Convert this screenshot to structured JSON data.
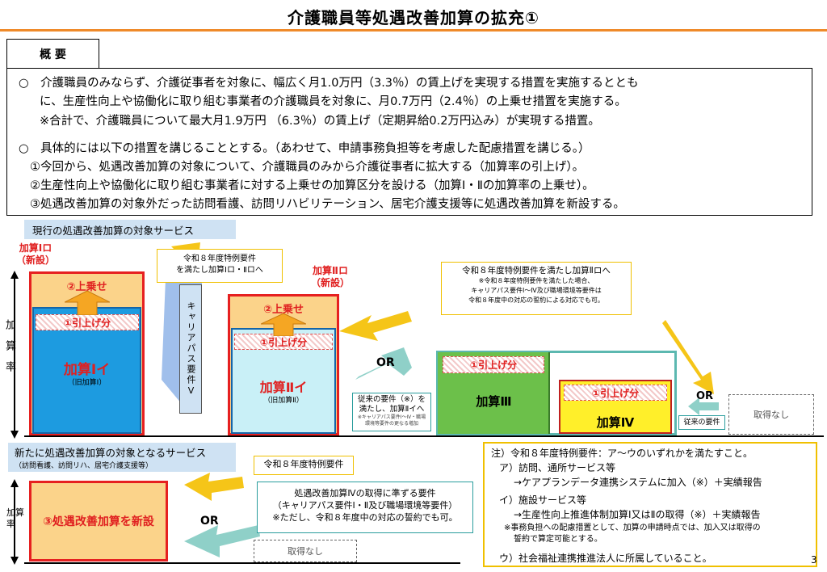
{
  "title": "介護職員等処遇改善加算の拡充①",
  "overview": {
    "tab": "概 要",
    "lines": [
      "○　介護職員のみならず、介護従事者を対象に、幅広く月1.0万円（3.3％）の賃上げを実現する措置を実施するととも",
      "に、生産性向上や協働化に取り組む事業者の介護職員を対象に、月0.7万円（2.4％）の上乗せ措置を実施する。",
      "※合計で、介護職員について最大月1.9万円 （6.3％）の賃上げ（定期昇給0.2万円込み）が実現する措置。",
      "○　具体的には以下の措置を講じることとする。（あわせて、申請事務負担等を考慮した配慮措置を講じる。）",
      "①今回から、処遇改善加算の対象について、介護職員のみから介護従事者に拡大する（加算率の引上げ）。",
      "②生産性向上や協働化に取り組む事業者に対する上乗せの加算区分を設ける（加算Ⅰ・Ⅱの加算率の上乗せ）。",
      "③処遇改善加算の対象外だった訪問看護、訪問リハビリテーション、居宅介護支援等に処遇改善加算を新設する。"
    ]
  },
  "current": {
    "label": "現行の処遇改善加算の対象サービス",
    "axis": "加　算　率",
    "k1ro": "加算Ⅰロ\n（新設）",
    "k2ro": "加算Ⅱロ\n（新設）",
    "uwanose": "②上乗せ",
    "hikiage": "①引上げ分",
    "k1i": "加算Ⅰイ",
    "k1i_sub": "（旧加算Ⅰ）",
    "k2i": "加算Ⅱイ",
    "k2i_sub": "（旧加算Ⅱ）",
    "k3": "加算Ⅲ",
    "k4": "加算Ⅳ",
    "career": "キャリアパス要件Ⅴ",
    "callout1": "令和８年度特例要件\nを満たし加算Ⅰロ・Ⅱロへ",
    "callout2_title": "令和８年度特例要件を満たし加算Ⅱロへ",
    "callout2_note": "※令和８年度特例要件を満たした場合、\nキャリアパス要件Ⅰ～Ⅳ及び職場環境等要件は\n令和８年度中の対応の誓約による対応でも可。",
    "or": "OR",
    "old_req": "従来の要件（※）を\n満たし、加算Ⅱイへ",
    "old_req_note": "※キャリアパス要件Ⅰ～Ⅳ・職場\n環境等要件の更なる増加",
    "old_req_small": "従来の要件",
    "none": "取得なし"
  },
  "new": {
    "label": "新たに処遇改善加算の対象となるサービス",
    "sub": "（訪問看護、訪問リハ、居宅介護支援等）",
    "axis": "加算\n率",
    "box": "③処遇改善加算を新設",
    "tokurei": "令和８年度特例要件",
    "req_title": "処遇改善加算Ⅳの取得に準ずる要件",
    "req_line2": "（キャリアパス要件Ⅰ・Ⅱ及び職場環境等要件）",
    "req_note": "※ただし、令和８年度中の対応の誓約でも可。",
    "or": "OR",
    "none": "取得なし"
  },
  "notes": {
    "head": "注）令和８年度特例要件：ア～ウのいずれかを満たすこと。",
    "a1": "ア）訪問、通所サービス等",
    "a2": "→ケアプランデータ連携システムに加入（※）＋実績報告",
    "i1": "イ）施設サービス等",
    "i2": "→生産性向上推進体制加算Ⅰ又はⅡの取得（※）＋実績報告",
    "n1": "※事務負担への配慮措置として、加算の申請時点では、加入又は取得の",
    "n2": "誓約で算定可能とする。",
    "u": "ウ）社会福祉連携推進法人に所属していること。"
  },
  "page_number": "3"
}
